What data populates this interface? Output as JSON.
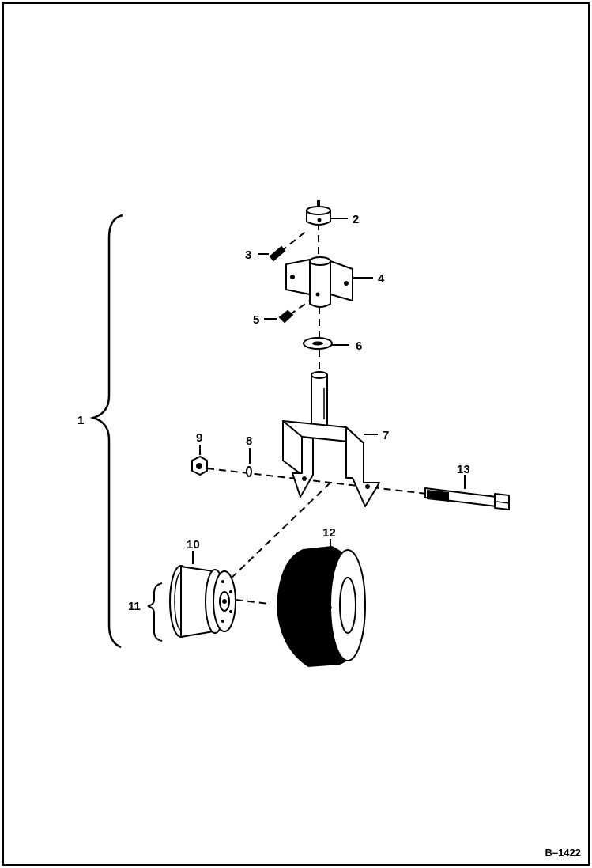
{
  "figure_code": "B–1422",
  "callouts": {
    "c1": "1",
    "c2": "2",
    "c3": "3",
    "c4": "4",
    "c5": "5",
    "c6": "6",
    "c7": "7",
    "c8": "8",
    "c9": "9",
    "c10": "10",
    "c11": "11",
    "c12": "12",
    "c13": "13"
  },
  "colors": {
    "ink": "#000000",
    "paper": "#ffffff"
  }
}
